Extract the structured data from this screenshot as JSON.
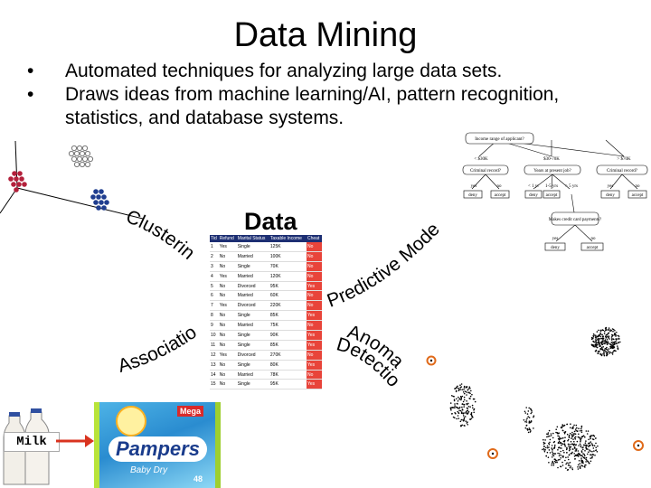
{
  "slide": {
    "title": "Data Mining",
    "bullets": [
      "Automated techniques for analyzing large data sets.",
      "Draws ideas from machine learning/AI, pattern recognition, statistics, and database systems."
    ]
  },
  "center": {
    "data_label": "Data",
    "columns": [
      "Tid",
      "Refund",
      "Marital Status",
      "Taxable Income",
      "Cheat"
    ],
    "rows": [
      [
        "1",
        "Yes",
        "Single",
        "125K",
        "No"
      ],
      [
        "2",
        "No",
        "Married",
        "100K",
        "No"
      ],
      [
        "3",
        "No",
        "Single",
        "70K",
        "No"
      ],
      [
        "4",
        "Yes",
        "Married",
        "120K",
        "No"
      ],
      [
        "5",
        "No",
        "Divorced",
        "95K",
        "Yes"
      ],
      [
        "6",
        "No",
        "Married",
        "60K",
        "No"
      ],
      [
        "7",
        "Yes",
        "Divorced",
        "220K",
        "No"
      ],
      [
        "8",
        "No",
        "Single",
        "85K",
        "Yes"
      ],
      [
        "9",
        "No",
        "Married",
        "75K",
        "No"
      ],
      [
        "10",
        "No",
        "Single",
        "90K",
        "Yes"
      ],
      [
        "11",
        "No",
        "Single",
        "85K",
        "Yes"
      ],
      [
        "12",
        "Yes",
        "Divorced",
        "270K",
        "No"
      ],
      [
        "13",
        "No",
        "Single",
        "80K",
        "Yes"
      ],
      [
        "14",
        "No",
        "Married",
        "78K",
        "No"
      ],
      [
        "15",
        "No",
        "Single",
        "95K",
        "Yes"
      ]
    ]
  },
  "labels": {
    "clustering": "Clustering",
    "predictive": "Predictive Modeling",
    "association": "Association Rules",
    "anomaly_line1": "Anomaly",
    "anomaly_line2": "Detection",
    "milk": "Milk",
    "diaper_brand": "Pampers",
    "diaper_sub": "Baby Dry",
    "diaper_badge": "Mega",
    "diaper_count": "48"
  },
  "tree": {
    "root": "Income range of applicant?",
    "branch_left": "< $30K",
    "branch_mid": "$30-70K",
    "branch_right": "> $70K",
    "left_node": "Criminal record?",
    "mid_node": "Years at present job?",
    "right_node": "Criminal record?",
    "mid2_node": "Makes credit card payments?",
    "leaf_labels": [
      "yes",
      "no",
      "< 1 yr",
      "1-5 yrs",
      "> 5 yrs",
      "yes",
      "no",
      "yes",
      "no"
    ],
    "outcomes": [
      "deny",
      "accept",
      "deny",
      "accept",
      "accept",
      "deny",
      "accept",
      "deny",
      "accept"
    ]
  },
  "colors": {
    "title_text": "#000000",
    "cluster_red": "#b3203b",
    "cluster_blue": "#1f3d8f",
    "table_header": "#1d2f73",
    "cheat_cell": "#e8443a",
    "arrow": "#d9331f",
    "anomaly_ring": "#e06a1a"
  }
}
